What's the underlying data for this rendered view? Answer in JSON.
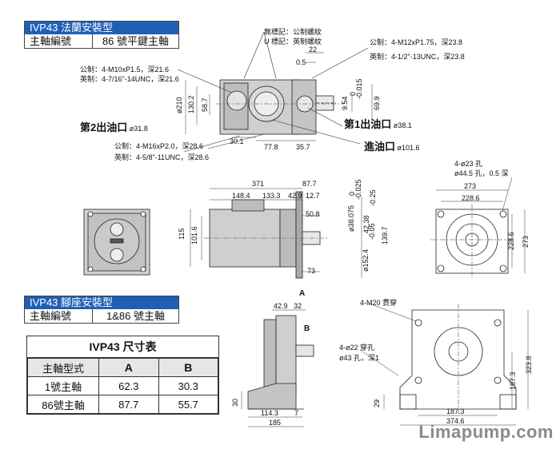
{
  "flange_header": {
    "series": "IVP43 法蘭安裝型",
    "shaft_label": "主軸編號",
    "shaft_value": "86 號平鍵主軸"
  },
  "foot_header": {
    "series": "IVP43 腳座安裝型",
    "shaft_label": "主軸編號",
    "shaft_value": "1&86 號主軸"
  },
  "table": {
    "title": "IVP43 尺寸表",
    "col_header": "主軸型式",
    "col_a": "A",
    "col_b": "B",
    "rows": [
      {
        "label": "1號主軸",
        "a": "62.3",
        "b": "30.3"
      },
      {
        "label": "86號主軸",
        "a": "87.7",
        "b": "55.7"
      }
    ]
  },
  "notes": {
    "no_mark": "無標記：公制螺紋",
    "u_mark": "U 標記：英制螺紋",
    "top_right_metric": "公制：4-M12xP1.75，深23.8",
    "top_right_inch": "英制：4-1/2\"-13UNC，深23.8",
    "left_metric": "公制：4-M10xP1.5，深21.6",
    "left_inch": "英制：4-7/16\"-14UNC，深21.6",
    "bottom_metric": "公制：4-M16xP2.0，深28.6",
    "bottom_inch": "英制：4-5/8\"-11UNC，深28.6"
  },
  "ports": {
    "outlet2": "第2出油口",
    "outlet2_dia": "ø31.8",
    "outlet1": "第1出油口",
    "outlet1_dia": "ø38.1",
    "inlet": "進油口",
    "inlet_dia": "ø101.6"
  },
  "dims_top": {
    "d22": "22",
    "d05": "0.5",
    "d954": "9.54",
    "tol0": "0",
    "tol_015": "-0.015",
    "d699": "69.9",
    "d210": "ø210",
    "d1302": "130.2",
    "d587": "58.7",
    "d301": "30.1",
    "d778": "77.8",
    "d357": "35.7"
  },
  "dims_side": {
    "d371": "371",
    "d877": "87.7",
    "d1484": "148.4",
    "d1333": "133.3",
    "d429": "42.9",
    "d127": "12.7",
    "d508": "50.8",
    "d38075": "ø38.075",
    "tol0": "0",
    "tol_025": "-0.025",
    "d4238": "42.38",
    "tol_25": "-0.25",
    "d1524": "ø152.4",
    "tol_05": "-0.05",
    "d1397": "139.7",
    "d73": "73",
    "d115": "115",
    "d1016": "101.6"
  },
  "dims_flange": {
    "holes": "4-ø23 孔",
    "counterbore": "ø44.5 孔，0.5 深",
    "d273": "273",
    "d2286": "228.6",
    "d2286v": "228.6",
    "d273v": "273"
  },
  "dims_foot": {
    "a": "A",
    "b": "B",
    "d429": "42.9",
    "d32": "32",
    "d30": "30",
    "d1143": "114.3",
    "d7": "7",
    "d185": "185",
    "m20": "4-M20 貫穿",
    "holes22": "4-ø22 穿孔",
    "cb43": "ø43 孔，深1",
    "d3238": "323.8",
    "d1873": "187.3",
    "d29": "29",
    "d1873h": "187.3",
    "d3746": "374.6"
  },
  "brand": "Limapump.com"
}
